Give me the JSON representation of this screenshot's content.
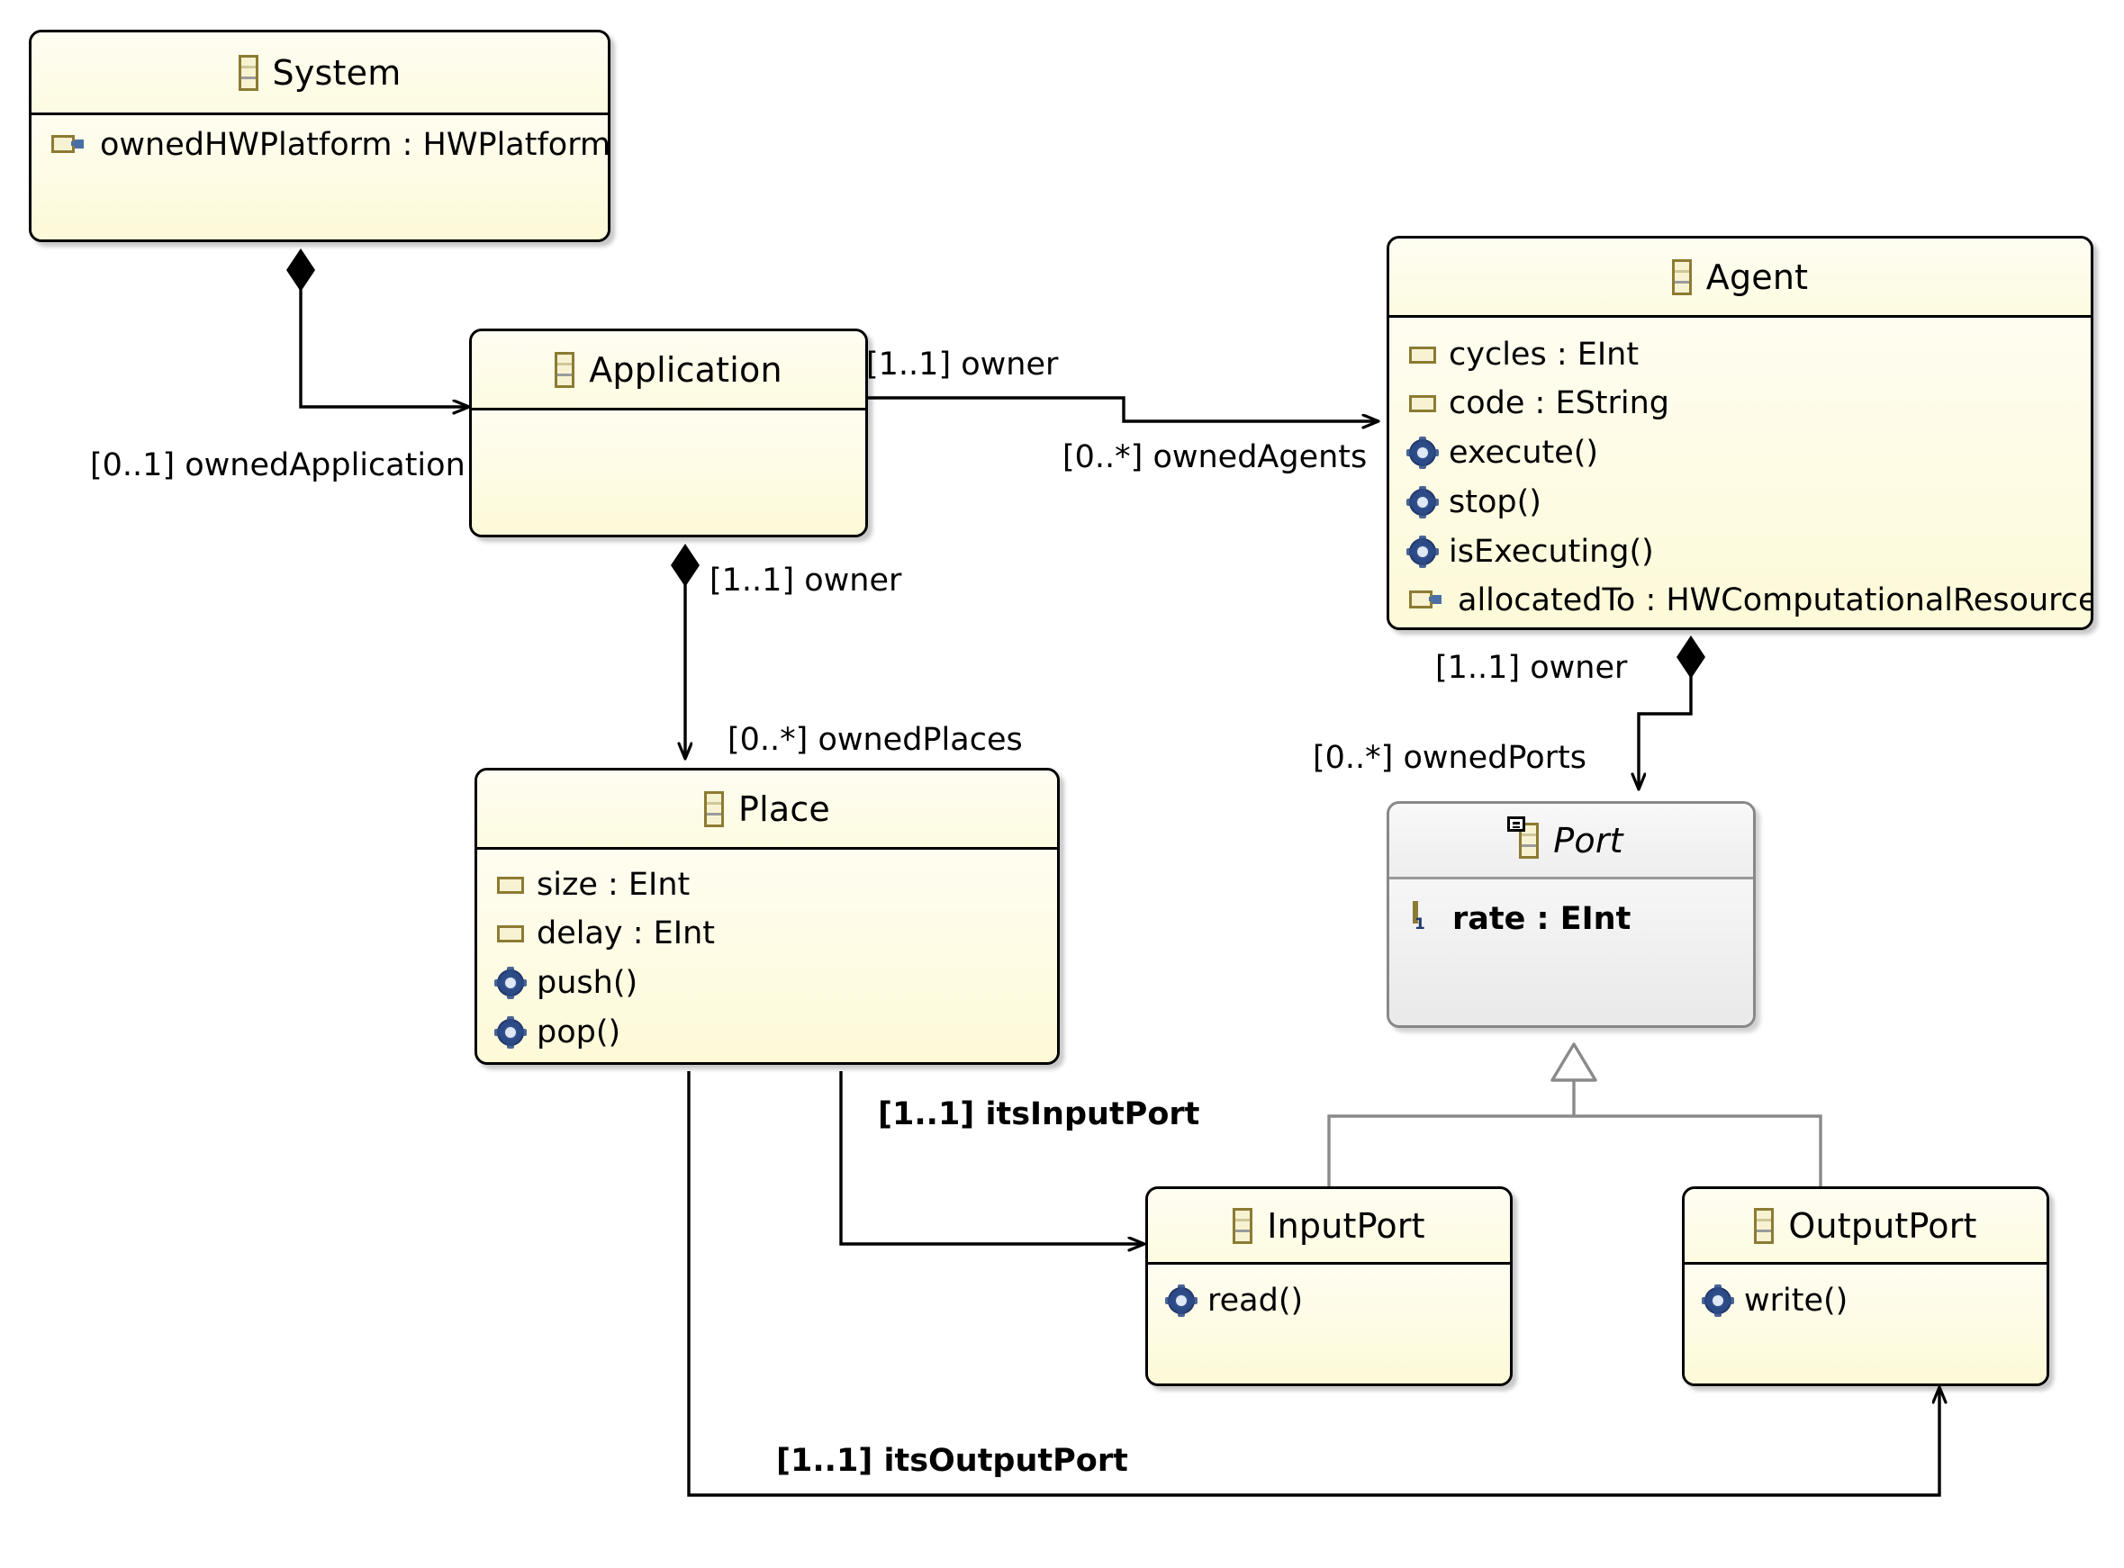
{
  "diagram": {
    "kind": "UML class diagram",
    "classes": [
      {
        "id": "system",
        "name": "System",
        "abstract": false,
        "icon": "eclass-icon",
        "members": [
          {
            "text": "ownedHWPlatform : HWPlatform",
            "icon": "ereference-icon",
            "kind": "reference",
            "bold": false
          }
        ]
      },
      {
        "id": "application",
        "name": "Application",
        "abstract": false,
        "icon": "eclass-icon",
        "members": []
      },
      {
        "id": "agent",
        "name": "Agent",
        "abstract": false,
        "icon": "eclass-icon",
        "members": [
          {
            "text": "cycles : EInt",
            "icon": "eattribute-icon",
            "kind": "attribute",
            "bold": false
          },
          {
            "text": "code : EString",
            "icon": "eattribute-icon",
            "kind": "attribute",
            "bold": false
          },
          {
            "text": "execute()",
            "icon": "eoperation-icon",
            "kind": "operation",
            "bold": false
          },
          {
            "text": "stop()",
            "icon": "eoperation-icon",
            "kind": "operation",
            "bold": false
          },
          {
            "text": "isExecuting()",
            "icon": "eoperation-icon",
            "kind": "operation",
            "bold": false
          },
          {
            "text": "allocatedTo : HWComputationalResource",
            "icon": "ereference-icon",
            "kind": "reference",
            "bold": false
          }
        ]
      },
      {
        "id": "place",
        "name": "Place",
        "abstract": false,
        "icon": "eclass-icon",
        "members": [
          {
            "text": "size : EInt",
            "icon": "eattribute-icon",
            "kind": "attribute",
            "bold": false
          },
          {
            "text": "delay : EInt",
            "icon": "eattribute-icon",
            "kind": "attribute",
            "bold": false
          },
          {
            "text": "push()",
            "icon": "eoperation-icon",
            "kind": "operation",
            "bold": false
          },
          {
            "text": "pop()",
            "icon": "eoperation-icon",
            "kind": "operation",
            "bold": false
          }
        ]
      },
      {
        "id": "port",
        "name": "Port",
        "abstract": true,
        "icon": "eclass-abstract-icon",
        "members": [
          {
            "text": "rate : EInt",
            "icon": "eattribute-one-icon",
            "kind": "attribute",
            "bold": true
          }
        ]
      },
      {
        "id": "inputport",
        "name": "InputPort",
        "abstract": false,
        "icon": "eclass-icon",
        "members": [
          {
            "text": "read()",
            "icon": "eoperation-icon",
            "kind": "operation",
            "bold": false
          }
        ]
      },
      {
        "id": "outputport",
        "name": "OutputPort",
        "abstract": false,
        "icon": "eclass-icon",
        "members": [
          {
            "text": "write()",
            "icon": "eoperation-icon",
            "kind": "operation",
            "bold": false
          }
        ]
      }
    ],
    "edge_labels": [
      {
        "id": "owned_application",
        "text": "[0..1] ownedApplication",
        "bold": false
      },
      {
        "id": "owner_application_agent",
        "text": "[1..1] owner",
        "bold": false
      },
      {
        "id": "owned_agents",
        "text": "[0..*] ownedAgents",
        "bold": false
      },
      {
        "id": "owner_application_place",
        "text": "[1..1] owner",
        "bold": false
      },
      {
        "id": "owned_places",
        "text": "[0..*] ownedPlaces",
        "bold": false
      },
      {
        "id": "owner_agent_port",
        "text": "[1..1] owner",
        "bold": false
      },
      {
        "id": "owned_ports",
        "text": "[0..*] ownedPorts",
        "bold": false
      },
      {
        "id": "its_input_port",
        "text": "[1..1] itsInputPort",
        "bold": true
      },
      {
        "id": "its_output_port",
        "text": "[1..1] itsOutputPort",
        "bold": true
      }
    ],
    "relationships": [
      {
        "from": "System",
        "to": "Application",
        "type": "composition",
        "target_label": "[0..1] ownedApplication"
      },
      {
        "from": "Application",
        "to": "Agent",
        "type": "composition",
        "source_label": "[1..1] owner",
        "target_label": "[0..*] ownedAgents"
      },
      {
        "from": "Application",
        "to": "Place",
        "type": "composition",
        "source_label": "[1..1] owner",
        "target_label": "[0..*] ownedPlaces"
      },
      {
        "from": "Agent",
        "to": "Port",
        "type": "composition",
        "source_label": "[1..1] owner",
        "target_label": "[0..*] ownedPorts"
      },
      {
        "from": "Place",
        "to": "InputPort",
        "type": "association",
        "target_label": "[1..1] itsInputPort"
      },
      {
        "from": "Place",
        "to": "OutputPort",
        "type": "association",
        "target_label": "[1..1] itsOutputPort"
      },
      {
        "from": "InputPort",
        "to": "Port",
        "type": "generalization"
      },
      {
        "from": "OutputPort",
        "to": "Port",
        "type": "generalization"
      }
    ],
    "colors": {
      "class_fill": "#fdfbe4",
      "class_border": "#000000",
      "abstract_fill": "#efefef",
      "abstract_border": "#888888",
      "attribute_icon": "#8c7b33",
      "operation_icon": "#2c4a86",
      "generalization_line": "#8a8a8a",
      "background": "#ffffff"
    }
  }
}
